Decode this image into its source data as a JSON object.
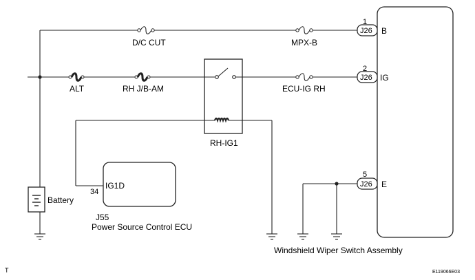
{
  "fuses": {
    "dc_cut": "D/C CUT",
    "mpx_b": "MPX-B",
    "alt": "ALT",
    "rh_jb_am": "RH J/B-AM",
    "ecu_ig_rh": "ECU-IG RH"
  },
  "relay": {
    "name": "RH-IG1"
  },
  "battery": {
    "label": "Battery"
  },
  "ecu": {
    "terminal": "IG1D",
    "pin": "34",
    "connector": "J55",
    "name": "Power Source Control ECU"
  },
  "switch_assembly": {
    "name": "Windshield Wiper Switch Assembly",
    "pins": [
      {
        "number": "1",
        "connector": "J26",
        "terminal": "B"
      },
      {
        "number": "2",
        "connector": "J26",
        "terminal": "IG"
      },
      {
        "number": "5",
        "connector": "J26",
        "terminal": "E"
      }
    ]
  },
  "corner_mark": "T",
  "figure_code": "E119066E03"
}
